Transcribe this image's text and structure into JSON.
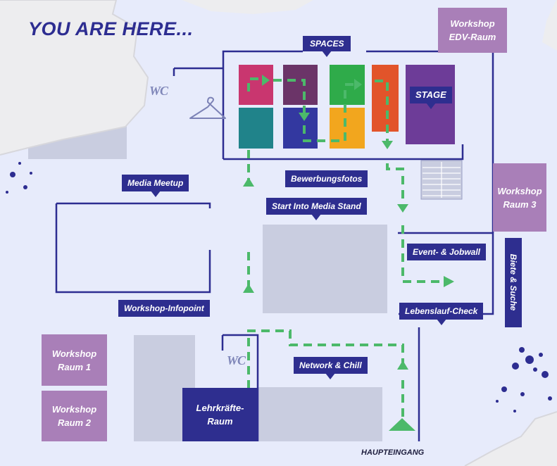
{
  "header": {
    "title": "YOU ARE HERE..."
  },
  "labels": {
    "spaces": "SPACES",
    "stage": "STAGE",
    "media_meetup": "Media Meetup",
    "bewerbungsfotos": "Bewerbungsfotos",
    "start_into_media": "Start Into Media Stand",
    "event_jobwall": "Event- & Jobwall",
    "workshop_infopoint": "Workshop-Infopoint",
    "lebenslauf_check": "Lebenslauf-Check",
    "network_chill": "Network & Chill",
    "biete_suche": "Biete & Suche"
  },
  "rooms": {
    "workshop_edv": {
      "line1": "Workshop",
      "line2": "EDV-Raum"
    },
    "workshop_raum3": {
      "line1": "Workshop",
      "line2": "Raum 3"
    },
    "workshop_raum1": {
      "line1": "Workshop",
      "line2": "Raum 1"
    },
    "workshop_raum2": {
      "line1": "Workshop",
      "line2": "Raum 2"
    },
    "lehrkraefte": {
      "line1": "Lehrkräfte-",
      "line2": "Raum"
    }
  },
  "wc": {
    "upper": "WC",
    "lower": "WC"
  },
  "entrance": {
    "label": "HAUPTEINGANG"
  },
  "colors": {
    "background": "#e7ebfb",
    "wall": "#2d2d91",
    "label_bg": "#2e2e8f",
    "room_purple": "#a97fb8",
    "path_green": "#4cb96a",
    "block_grey": "#c9cde0",
    "space_pink": "#c9366f",
    "space_plum": "#6b3468",
    "space_green": "#2fab4a",
    "space_orange": "#e2542a",
    "space_teal": "#20838a",
    "space_blue": "#3338a0",
    "space_yellow": "#f2a61e",
    "stage_purple": "#6d3c98"
  },
  "icons": {
    "coat_hanger": "coat-hanger-icon",
    "stairs": "stairs-icon",
    "entrance_arrow": "entrance-arrow-icon"
  }
}
